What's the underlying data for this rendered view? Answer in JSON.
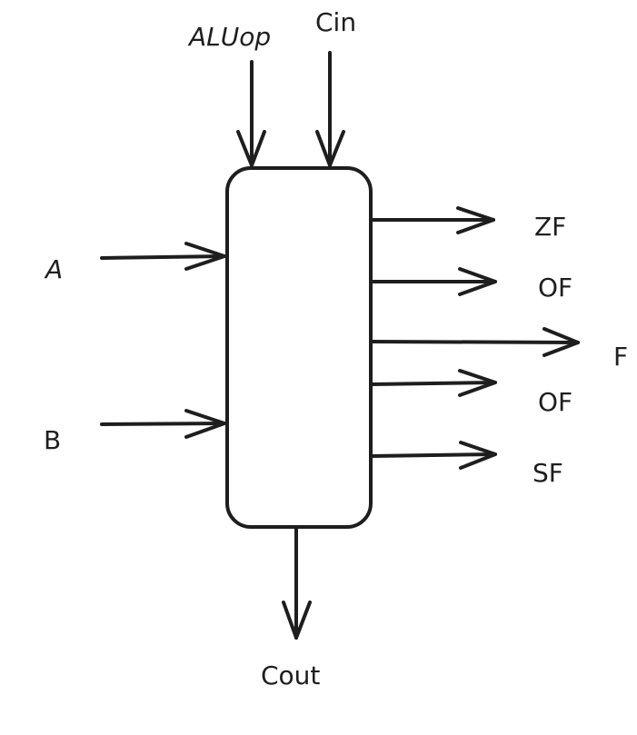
{
  "diagram": {
    "inputs": {
      "top_left": "ALUop",
      "top_right": "Cin",
      "left_top": "A",
      "left_bottom": "B"
    },
    "outputs": {
      "right_1": "ZF",
      "right_2": "OF",
      "right_3": "F",
      "right_4": "OF",
      "right_5": "SF",
      "bottom": "Cout"
    },
    "colors": {
      "stroke": "#1e1e1e",
      "background": "#ffffff"
    }
  }
}
